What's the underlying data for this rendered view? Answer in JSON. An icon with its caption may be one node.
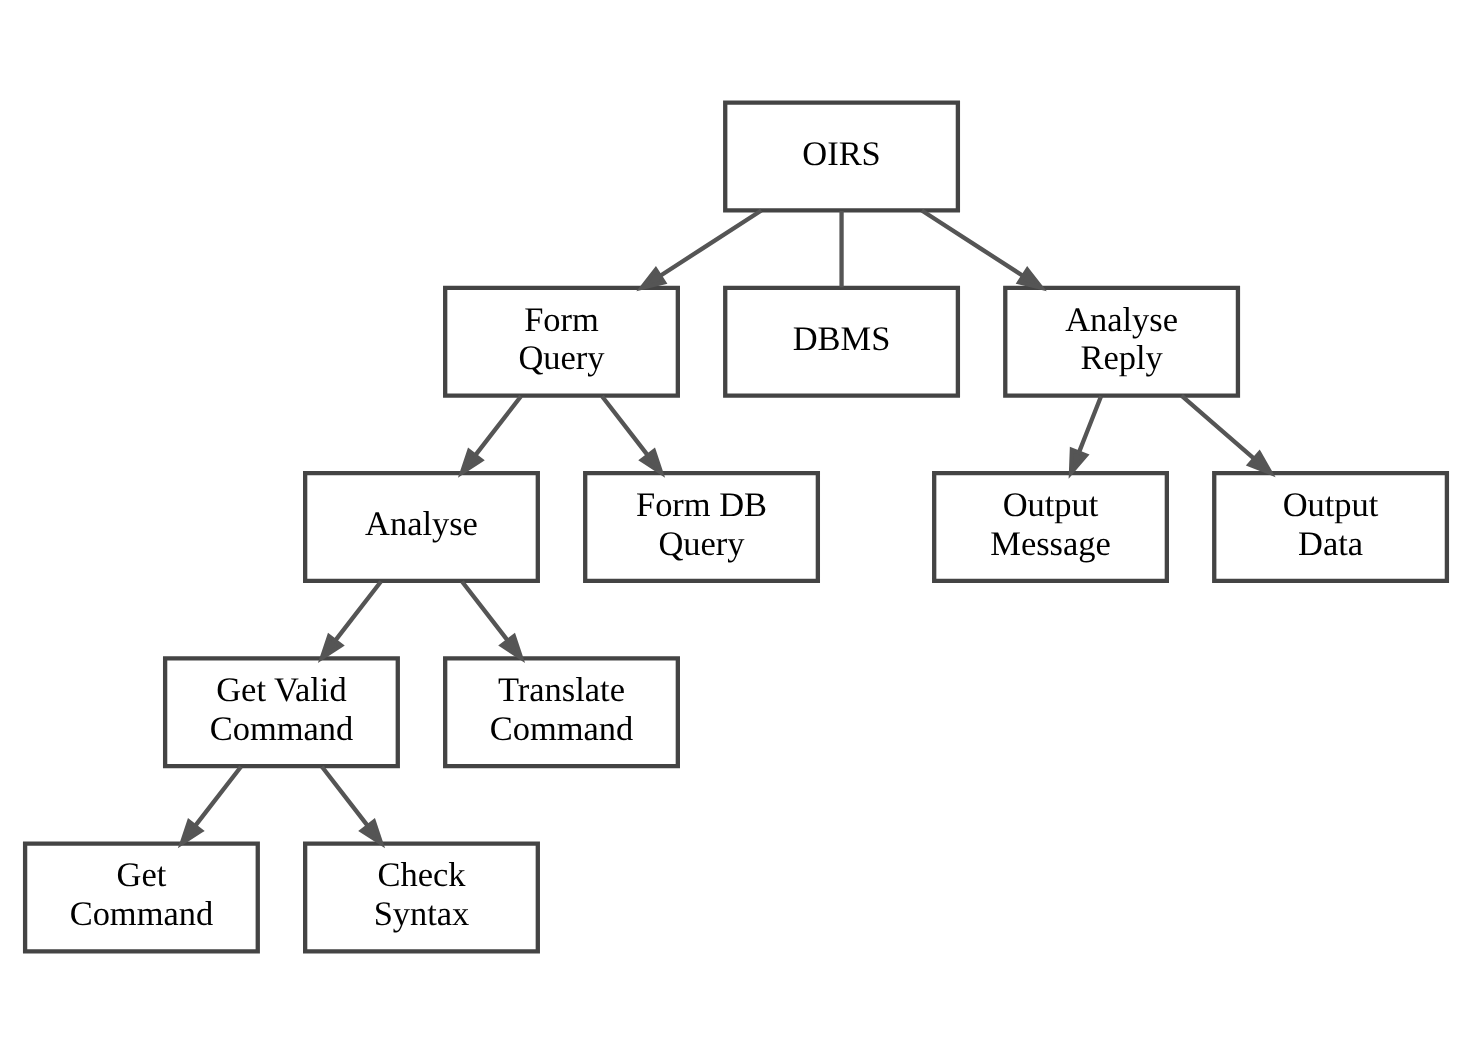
{
  "diagram": {
    "nodes": [
      {
        "text": [
          "OIRS"
        ]
      },
      {
        "text": [
          "Form Query"
        ]
      },
      {
        "text": [
          "DBMS"
        ]
      },
      {
        "text": [
          "Analyse Reply"
        ]
      },
      {
        "text": [
          "Analyse"
        ]
      },
      {
        "text": [
          "Form DB Query"
        ]
      },
      {
        "text": [
          "Output Message"
        ]
      },
      {
        "text": [
          "Output Data"
        ]
      },
      {
        "text": [
          "Get Valid Command"
        ]
      },
      {
        "text": [
          "Translate Command"
        ]
      },
      {
        "text": [
          "Get Command"
        ]
      },
      {
        "text": [
          "Check Syntax"
        ]
      }
    ],
    "edges": [
      {
        "from": 0,
        "to": 1,
        "arrow": "to"
      },
      {
        "from": 0,
        "to": 2,
        "arrow": "none"
      },
      {
        "from": 0,
        "to": 3,
        "arrow": "to"
      },
      {
        "from": 1,
        "to": 4,
        "arrow": "to"
      },
      {
        "from": 1,
        "to": 5,
        "arrow": "to"
      },
      {
        "from": 3,
        "to": 6,
        "arrow": "to"
      },
      {
        "from": 3,
        "to": 7,
        "arrow": "to"
      },
      {
        "from": 4,
        "to": 8,
        "arrow": "to"
      },
      {
        "from": 4,
        "to": 9,
        "arrow": "to"
      },
      {
        "from": 8,
        "to": 10,
        "arrow": "to"
      },
      {
        "from": 8,
        "to": 11,
        "arrow": "to"
      }
    ]
  }
}
